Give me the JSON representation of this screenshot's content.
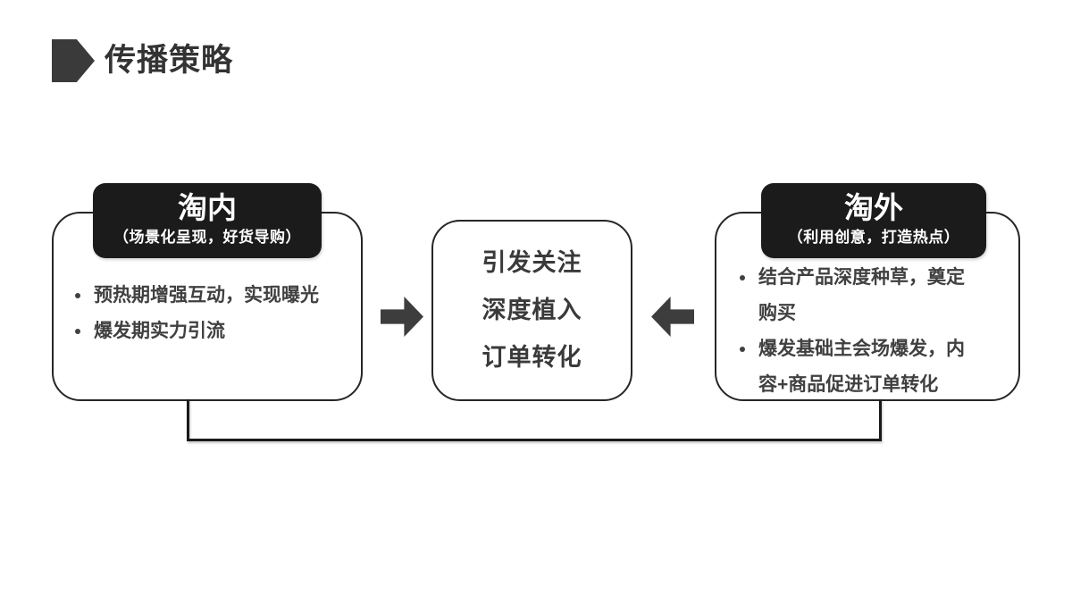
{
  "title": "传播策略",
  "panels": {
    "left": {
      "header": "淘内",
      "subheader": "（场景化呈现，好货导购）",
      "bullets": [
        "预热期增强互动，实现曝光",
        "爆发期实力引流"
      ]
    },
    "center": {
      "lines": [
        "引发关注",
        "深度植入",
        "订单转化"
      ]
    },
    "right": {
      "header": "淘外",
      "subheader": "（利用创意，打造热点）",
      "bullets": [
        "结合产品深度种草，奠定购买",
        "爆发基础主会场爆发，内容+商品促进订单转化"
      ]
    }
  },
  "icons": {
    "title_marker": "pentagon-right-icon",
    "left_flow": "block-arrow-right-icon",
    "right_flow": "block-arrow-left-icon"
  },
  "colors": {
    "background": "#ffffff",
    "title_text": "#333333",
    "badge_bg": "#1b1b1b",
    "badge_text": "#ffffff",
    "box_border": "#262626",
    "body_text": "#404040",
    "arrow": "#3d3d3d",
    "connector": "#1a1a1a"
  }
}
